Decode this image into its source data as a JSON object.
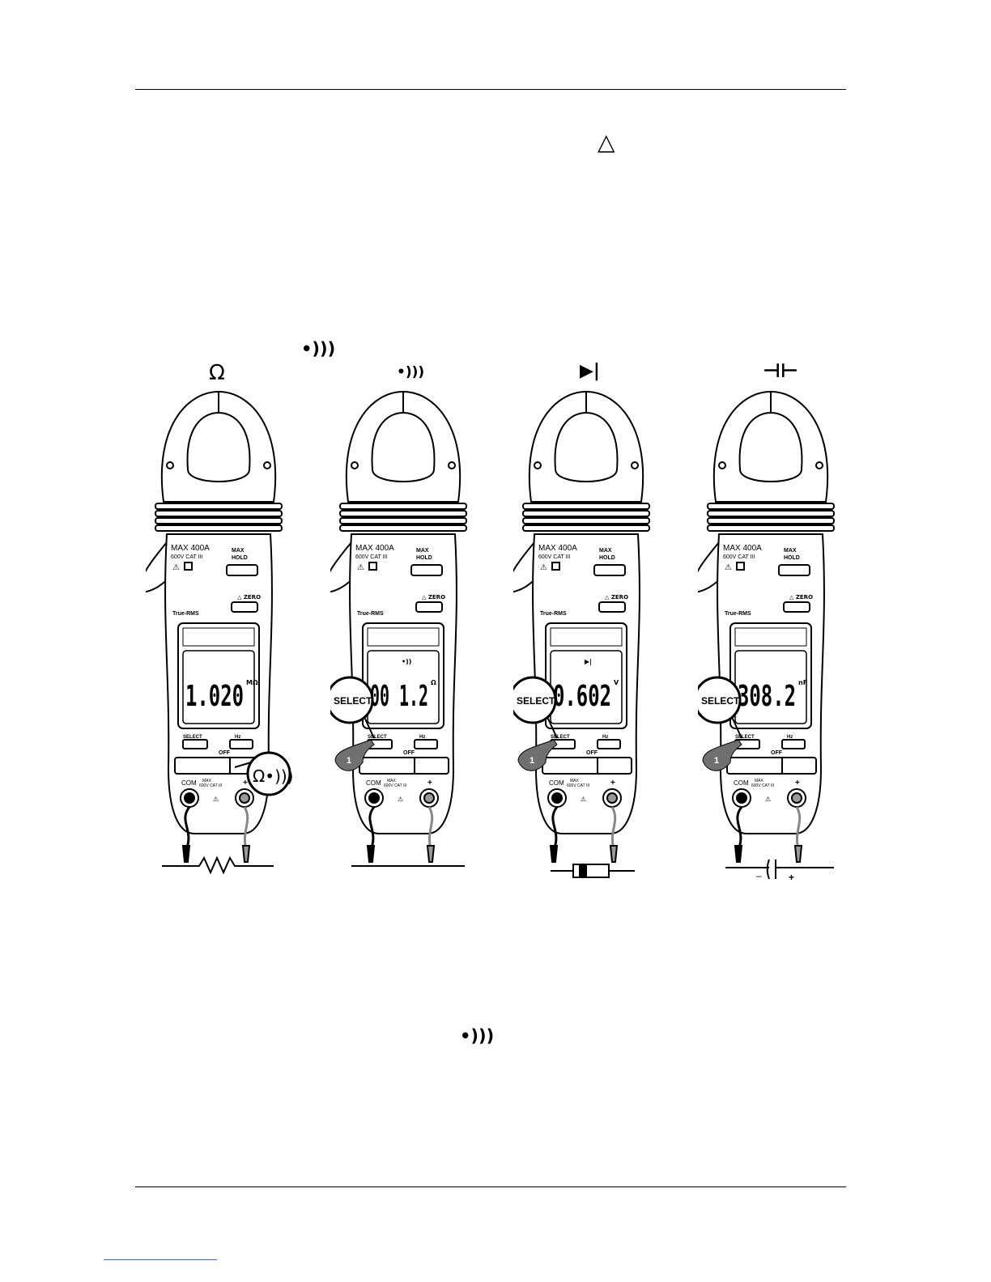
{
  "page": {
    "background": "#ffffff",
    "ink": "#000000"
  },
  "symbols": {
    "warning_triangle": "△",
    "continuity_top": "•)))",
    "continuity_bottom": "•)))"
  },
  "meter": {
    "model_label": "MAX 400A",
    "cat_label": "600V CAT III",
    "maxhold_line1": "MAX",
    "maxhold_line2": "HOLD",
    "zero_label": "ZERO",
    "true_rms_label": "True-RMS",
    "select_label": "SELECT",
    "hz_label": "Hz",
    "off_label": "OFF",
    "com_label": "COM",
    "plus_label": "+",
    "max_label": "MAX",
    "cat_small_label": "600V CAT III",
    "step_label": "1"
  },
  "panels": [
    {
      "name": "resistance",
      "header": "Ω",
      "reading": "1.020",
      "unit": "MΩ",
      "callout": "Ω•)))",
      "indicator": "",
      "load": "resistor"
    },
    {
      "name": "continuity",
      "header": "•)))",
      "reading": "00 1.2",
      "unit": "Ω",
      "callout": "SELECT",
      "indicator": "•))",
      "load": "leads"
    },
    {
      "name": "diode",
      "header": "▶|",
      "reading": "0.602",
      "unit": "V",
      "callout": "SELECT",
      "indicator": "▶|",
      "load": "diode"
    },
    {
      "name": "capacitance",
      "header": "⊣⊢",
      "reading": "308.2",
      "unit": "nF",
      "callout": "SELECT",
      "indicator": "",
      "load": "capacitor"
    }
  ],
  "capacitor_polarity": {
    "minus": "–",
    "plus": "+"
  }
}
